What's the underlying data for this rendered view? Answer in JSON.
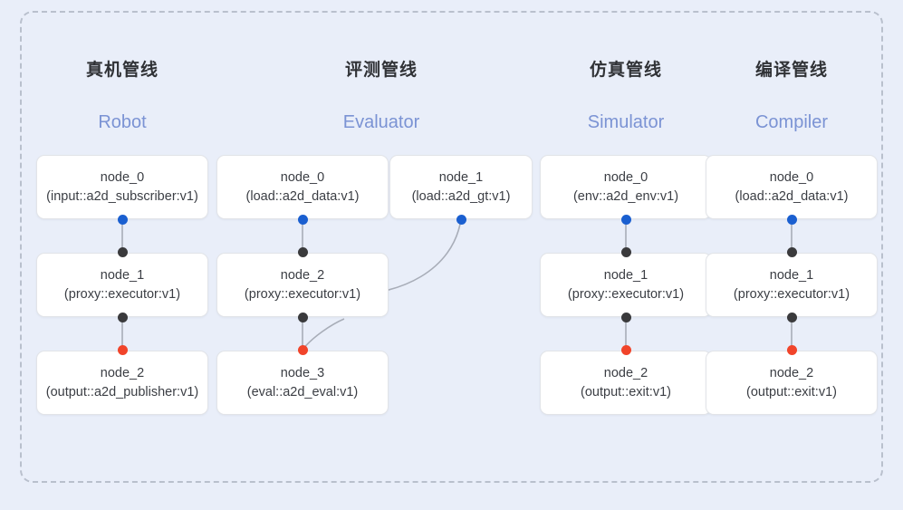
{
  "diagram": {
    "title_hidden": "",
    "background_color": "#e9eef9",
    "panel_border_color": "#b9c0cd",
    "accent_subtitle_color": "#7b93d4",
    "port_colors": {
      "input": "#1a5fd0",
      "link": "#3a3a3c",
      "output": "#f1442a"
    }
  },
  "columns": [
    {
      "title": "真机管线",
      "subtitle": "Robot",
      "nodes": [
        {
          "name": "node_0",
          "type": "(input::a2d_subscriber:v1)"
        },
        {
          "name": "node_1",
          "type": "(proxy::executor:v1)"
        },
        {
          "name": "node_2",
          "type": "(output::a2d_publisher:v1)"
        }
      ]
    },
    {
      "title": "评测管线",
      "subtitle": "Evaluator",
      "nodes": [
        {
          "name": "node_0",
          "type": "(load::a2d_data:v1)"
        },
        {
          "name": "node_1",
          "type": "(load::a2d_gt:v1)"
        },
        {
          "name": "node_2",
          "type": "(proxy::executor:v1)"
        },
        {
          "name": "node_3",
          "type": "(eval::a2d_eval:v1)"
        }
      ]
    },
    {
      "title": "仿真管线",
      "subtitle": "Simulator",
      "nodes": [
        {
          "name": "node_0",
          "type": "(env::a2d_env:v1)"
        },
        {
          "name": "node_1",
          "type": "(proxy::executor:v1)"
        },
        {
          "name": "node_2",
          "type": "(output::exit:v1)"
        }
      ]
    },
    {
      "title": "编译管线",
      "subtitle": "Compiler",
      "nodes": [
        {
          "name": "node_0",
          "type": "(load::a2d_data:v1)"
        },
        {
          "name": "node_1",
          "type": "(proxy::executor:v1)"
        },
        {
          "name": "node_2",
          "type": "(output::exit:v1)"
        }
      ]
    }
  ]
}
